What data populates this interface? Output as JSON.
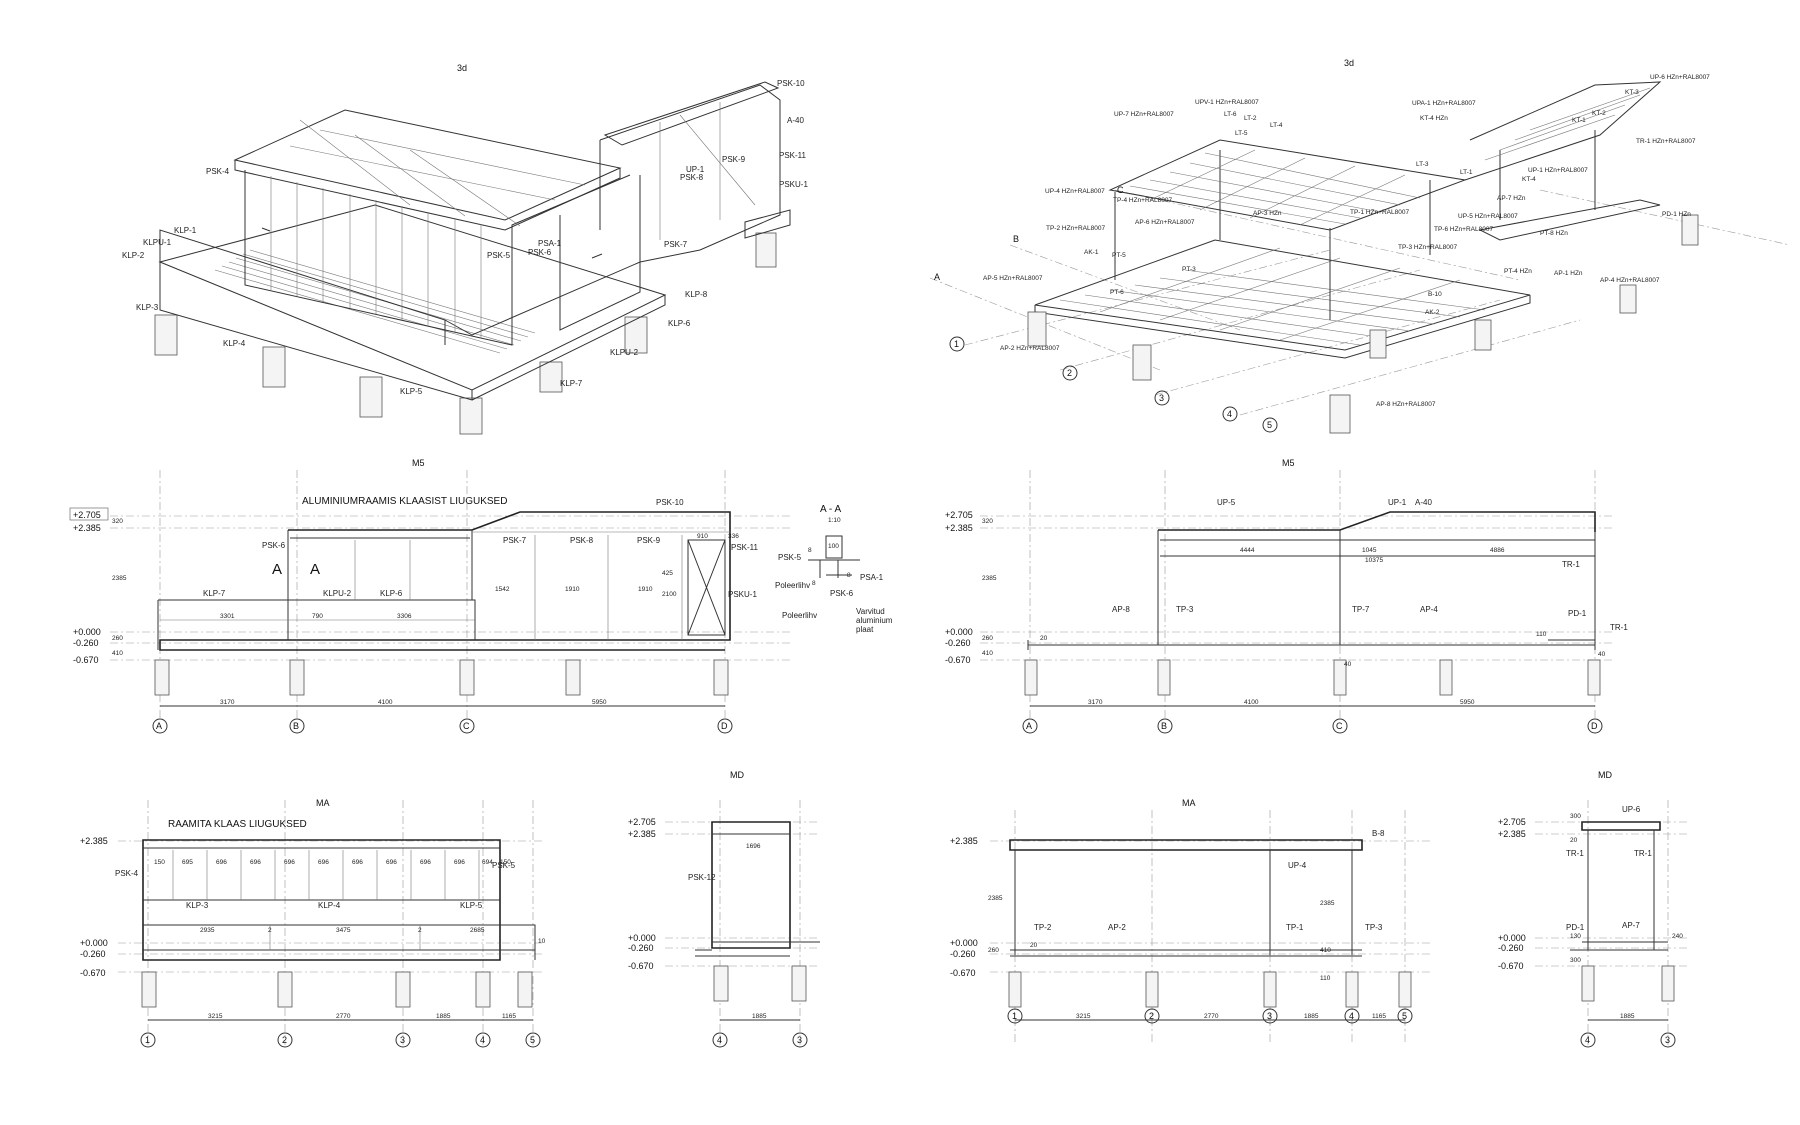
{
  "views": {
    "iso_left_title": "3d",
    "iso_right_title": "3d",
    "elev_m5_left_title": "M5",
    "elev_m5_right_title": "M5",
    "elev_ma_left_title": "MA",
    "elev_md_left_title": "MD",
    "elev_ma_right_title": "MA",
    "elev_md_right_title": "MD"
  },
  "iso_left_labels": [
    "PSK-10",
    "A-40",
    "PSK-11",
    "PSKU-1",
    "UP-1",
    "PSK-8",
    "PSK-9",
    "PSK-4",
    "PSK-5",
    "PSA-1",
    "PSK-6",
    "PSK-7",
    "KLP-1",
    "KLPU-1",
    "KLP-2",
    "KLP-3",
    "KLP-4",
    "KLP-5",
    "KLP-6",
    "KLP-7",
    "KLP-8",
    "KLPU-2"
  ],
  "iso_right_labels": [
    "UP-6 HZn+RAL8007",
    "KT-3",
    "KT-2",
    "KT-1",
    "TR-1 HZn+RAL8007",
    "UPV-1 HZn+RAL8007",
    "UPA-1 HZn+RAL8007",
    "UP-7 HZn+RAL8007",
    "LT-6",
    "LT-2",
    "LT-5",
    "LT-4",
    "KT-4 HZn",
    "LT-3",
    "LT-1",
    "UP-1 HZn+RAL8007",
    "KT-4",
    "UP-4 HZn+RAL8007",
    "AP-7 HZn",
    "PD-1 HZn",
    "TP-4 HZn+RAL8007",
    "AP-3 HZn",
    "TP-1 HZn+RAL8007",
    "UP-5 HZn+RAL8007",
    "AP-6 HZn+RAL8007",
    "TP-6 HZn+RAL8007",
    "PT-8 HZn",
    "TP-2 HZn+RAL8007",
    "AK-1",
    "TP-3 HZn+RAL8007",
    "PT-4 HZn",
    "AP-1 HZn",
    "AP-4 HZn+RAL8007",
    "AP-5 HZn+RAL8007",
    "PT-5",
    "PT-3",
    "PT-6",
    "B-10",
    "AK-2",
    "AP-2 HZn+RAL8007",
    "AP-8 HZn+RAL8007"
  ],
  "iso_right_axes": [
    "A",
    "B",
    "C",
    "1",
    "2",
    "3",
    "4",
    "5"
  ],
  "m5_left": {
    "heading": "ALUMINIUMRAAMIS KLAASIST LIUGUKSED",
    "levels": [
      "+2.705",
      "+2.385",
      "+0.000",
      "-0.260",
      "-0.670"
    ],
    "labels": [
      "PSK-6",
      "KLP-7",
      "KLPU-2",
      "KLP-6",
      "PSK-7",
      "PSK-8",
      "PSK-9",
      "PSK-10",
      "PSK-11",
      "PSKU-1"
    ],
    "dims_inner": [
      "3301",
      "790",
      "3306",
      "1542",
      "1910",
      "1910",
      "910",
      "336",
      "2100",
      "425"
    ],
    "dims_vertical": [
      "320",
      "2385",
      "260",
      "410"
    ],
    "dims_axes": [
      "3170",
      "4100",
      "5950"
    ],
    "axes": [
      "A",
      "B",
      "C",
      "D"
    ],
    "section_mark": "A"
  },
  "section_aa": {
    "title": "A - A",
    "scale": "1:10",
    "labels": [
      "PSK-5",
      "PSA-1",
      "PSK-6",
      "Poleerlihv",
      "Poleerlihv",
      "Varvitud",
      "aluminium",
      "plaat"
    ],
    "dims": [
      "100",
      "8",
      "8",
      "8"
    ]
  },
  "m5_right": {
    "levels": [
      "+2.705",
      "+2.385",
      "+0.000",
      "-0.260",
      "-0.670"
    ],
    "labels": [
      "UP-5",
      "UP-1",
      "A-40",
      "TR-1",
      "AP-8",
      "TP-3",
      "TP-7",
      "AP-4",
      "PD-1",
      "TR-1"
    ],
    "dims_inner": [
      "4444",
      "1045",
      "4886",
      "10375",
      "20",
      "110",
      "40",
      "40"
    ],
    "dims_vertical": [
      "320",
      "2385",
      "260",
      "410"
    ],
    "dims_axes": [
      "3170",
      "4100",
      "5950"
    ],
    "axes": [
      "A",
      "B",
      "C",
      "D"
    ]
  },
  "ma_left": {
    "heading": "RAAMITA KLAAS LIUGUKSED",
    "levels": [
      "+2.385",
      "+0.000",
      "-0.260",
      "-0.670"
    ],
    "labels": [
      "PSK-4",
      "PSK-5",
      "KLP-3",
      "KLP-4",
      "KLP-5"
    ],
    "dims_glass": [
      "150",
      "695",
      "696",
      "696",
      "696",
      "696",
      "696",
      "696",
      "696",
      "696",
      "694",
      "150"
    ],
    "dims_inner": [
      "2935",
      "3475",
      "2685",
      "2",
      "2",
      "10"
    ],
    "dims_axes": [
      "3215",
      "2770",
      "1885",
      "1165"
    ],
    "axes": [
      "1",
      "2",
      "3",
      "4",
      "5"
    ]
  },
  "md_left": {
    "levels": [
      "+2.705",
      "+2.385",
      "+0.000",
      "-0.260",
      "-0.670"
    ],
    "labels": [
      "PSK-12"
    ],
    "dims_inner": [
      "1696"
    ],
    "dims_axes": [
      "1885"
    ],
    "axes": [
      "4",
      "3"
    ]
  },
  "ma_right": {
    "levels": [
      "+2.385",
      "+0.000",
      "-0.260",
      "-0.670"
    ],
    "labels": [
      "B-8",
      "UP-4",
      "TP-2",
      "AP-2",
      "TP-1",
      "TP-3"
    ],
    "dims_inner": [
      "2385",
      "2385",
      "20",
      "410",
      "110",
      "260"
    ],
    "dims_axes": [
      "3215",
      "2770",
      "1885",
      "1165"
    ],
    "axes": [
      "1",
      "2",
      "3",
      "4",
      "5"
    ]
  },
  "md_right": {
    "levels": [
      "+2.705",
      "+2.385",
      "+0.000",
      "-0.260",
      "-0.670"
    ],
    "labels": [
      "UP-6",
      "TR-1",
      "TR-1",
      "PD-1",
      "AP-7"
    ],
    "dims_inner": [
      "300",
      "20",
      "130",
      "300",
      "240"
    ],
    "dims_axes": [
      "1885"
    ],
    "axes": [
      "4",
      "3"
    ]
  }
}
